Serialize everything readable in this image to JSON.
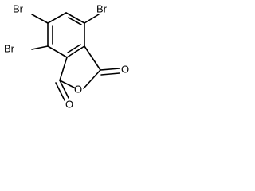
{
  "molecule": {
    "atoms": {
      "br_top_left": "Br",
      "br_top_right": "Br",
      "br_left": "Br",
      "o_carbonyl_top": "O",
      "o_ring": "O",
      "o_carbonyl_bottom": "O"
    },
    "colors": {
      "bond": "#000000",
      "label": "#000000",
      "background": "#ffffff"
    }
  }
}
